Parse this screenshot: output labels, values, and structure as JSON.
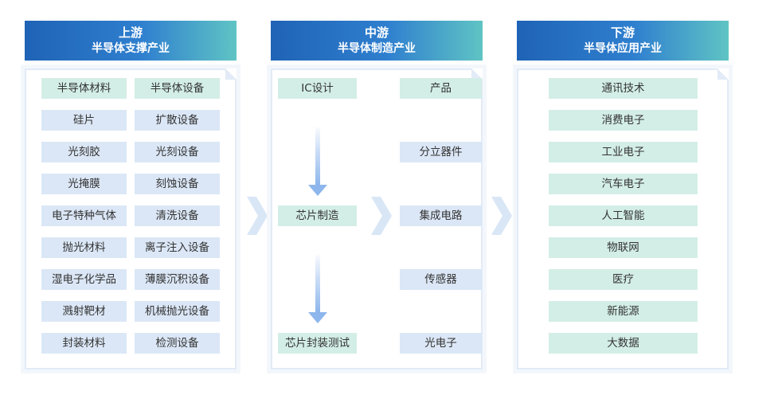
{
  "upstream": {
    "title": "上游",
    "subtitle": "半导体支撑产业",
    "materials": [
      "半导体材料",
      "硅片",
      "光刻胶",
      "光掩膜",
      "电子特种气体",
      "抛光材料",
      "湿电子化学品",
      "溅射靶材",
      "封装材料"
    ],
    "equipment": [
      "半导体设备",
      "扩散设备",
      "光刻设备",
      "刻蚀设备",
      "清洗设备",
      "离子注入设备",
      "薄膜沉积设备",
      "机械抛光设备",
      "检测设备"
    ]
  },
  "midstream": {
    "title": "中游",
    "subtitle": "半导体制造产业",
    "process": [
      "IC设计",
      "芯片制造",
      "芯片封装测试"
    ],
    "products": [
      "产品",
      "分立器件",
      "集成电路",
      "传感器",
      "光电子"
    ]
  },
  "downstream": {
    "title": "下游",
    "subtitle": "半导体应用产业",
    "applications": [
      "通讯技术",
      "消费电子",
      "工业电子",
      "汽车电子",
      "人工智能",
      "物联网",
      "医疗",
      "新能源",
      "大数据"
    ]
  }
}
